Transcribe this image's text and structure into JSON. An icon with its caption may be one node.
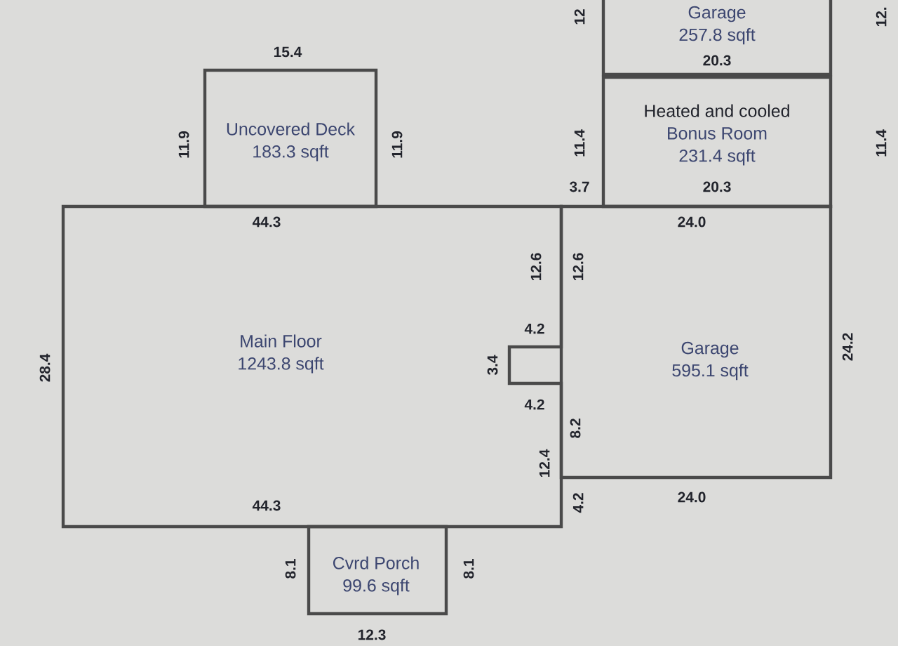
{
  "diagram": {
    "nodes": [
      {
        "text": [
          "Uncovered Deck",
          "183.3 sqft"
        ]
      },
      {
        "text": [
          "Main Floor",
          "1243.8 sqft"
        ]
      },
      {
        "text": [
          "Garage",
          "257.8 sqft"
        ]
      },
      {
        "text": [
          "Heated and cooled",
          "Bonus Room",
          "231.4 sqft"
        ]
      },
      {
        "text": [
          "Garage",
          "595.1 sqft"
        ]
      },
      {
        "text": [
          "Cvrd Porch",
          "99.6 sqft"
        ]
      }
    ],
    "edges": [],
    "labels": [
      "12",
      "12.",
      "15.4",
      "20.3",
      "11.9",
      "11.9",
      "11.4",
      "11.4",
      "3.7",
      "20.3",
      "44.3",
      "24.0",
      "12.6",
      "12.6",
      "28.4",
      "4.2",
      "3.4",
      "24.2",
      "4.2",
      "12.4",
      "8.2",
      "44.3",
      "24.0",
      "4.2",
      "8.1",
      "8.1",
      "12.3"
    ]
  }
}
